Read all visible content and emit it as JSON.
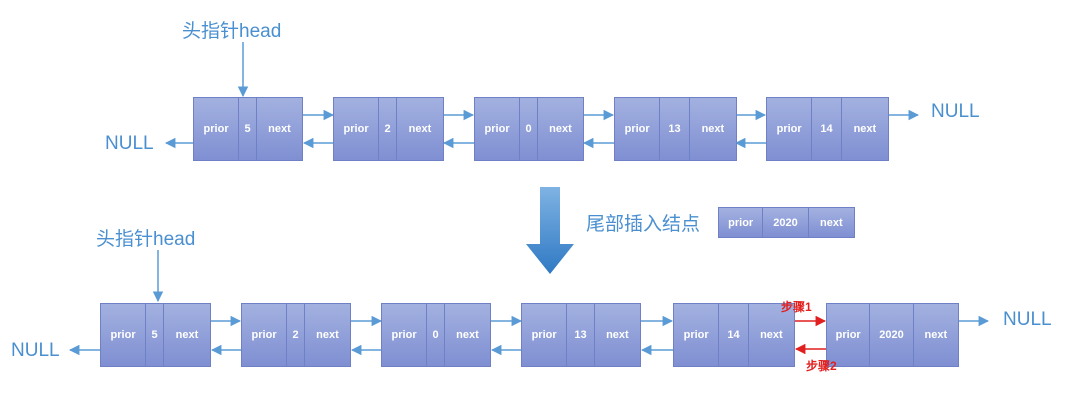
{
  "colors": {
    "line": "#5b9bd5",
    "node": "#8c9bd8",
    "step": "#e11f1f",
    "text": "#4a8fd0"
  },
  "top_list": {
    "head_label": "头指针head",
    "left_null": "NULL",
    "right_null": "NULL",
    "nodes": [
      {
        "prior": "prior",
        "value": "5",
        "next": "next"
      },
      {
        "prior": "prior",
        "value": "2",
        "next": "next"
      },
      {
        "prior": "prior",
        "value": "0",
        "next": "next"
      },
      {
        "prior": "prior",
        "value": "13",
        "next": "next"
      },
      {
        "prior": "prior",
        "value": "14",
        "next": "next"
      }
    ]
  },
  "transition": {
    "caption": "尾部插入结点",
    "new_node": {
      "prior": "prior",
      "value": "2020",
      "next": "next"
    }
  },
  "bottom_list": {
    "head_label": "头指针head",
    "left_null": "NULL",
    "right_null": "NULL",
    "nodes": [
      {
        "prior": "prior",
        "value": "5",
        "next": "next"
      },
      {
        "prior": "prior",
        "value": "2",
        "next": "next"
      },
      {
        "prior": "prior",
        "value": "0",
        "next": "next"
      },
      {
        "prior": "prior",
        "value": "13",
        "next": "next"
      },
      {
        "prior": "prior",
        "value": "14",
        "next": "next"
      },
      {
        "prior": "prior",
        "value": "2020",
        "next": "next"
      }
    ],
    "step1": "步骤1",
    "step2": "步骤2"
  }
}
